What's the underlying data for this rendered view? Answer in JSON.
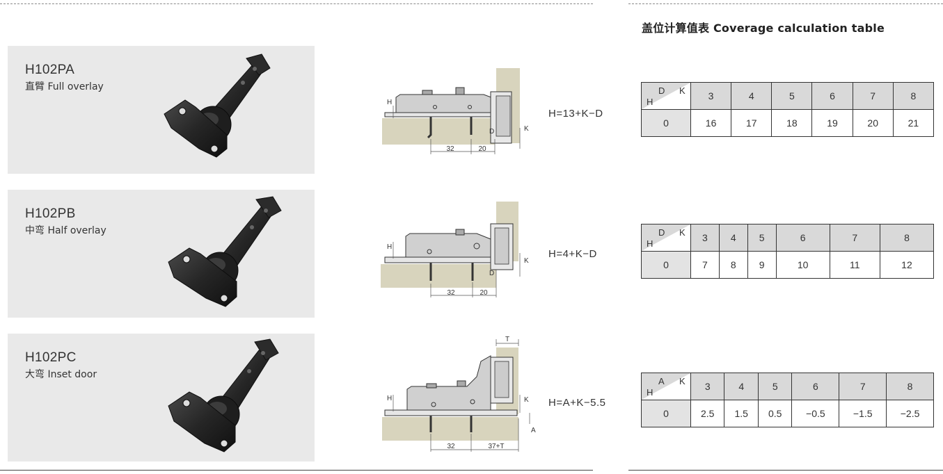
{
  "table_title": "盖位计算值表  Coverage calculation table",
  "products": [
    {
      "model": "H102PA",
      "subtitle": "直臂 Full overlay",
      "formula": "H=13+K−D",
      "diagram_labels": {
        "h": "H",
        "d": "D",
        "k": "K",
        "dim1": "32",
        "dim2": "20"
      },
      "table": {
        "corner": {
          "top": "D",
          "right": "K",
          "left": "H"
        },
        "columns": [
          "3",
          "4",
          "5",
          "6",
          "7",
          "8"
        ],
        "row_header": "0",
        "values": [
          "16",
          "17",
          "18",
          "19",
          "20",
          "21"
        ]
      }
    },
    {
      "model": "H102PB",
      "subtitle": "中弯 Half overlay",
      "formula": "H=4+K−D",
      "diagram_labels": {
        "h": "H",
        "d": "D",
        "k": "K",
        "dim1": "32",
        "dim2": "20"
      },
      "table": {
        "corner": {
          "top": "D",
          "right": "K",
          "left": "H"
        },
        "columns": [
          "3",
          "4",
          "5",
          "6",
          "7",
          "8"
        ],
        "row_header": "0",
        "values": [
          "7",
          "8",
          "9",
          "10",
          "11",
          "12"
        ]
      }
    },
    {
      "model": "H102PC",
      "subtitle": "大弯 Inset door",
      "formula": "H=A+K−5.5",
      "diagram_labels": {
        "h": "H",
        "t": "T",
        "k": "K",
        "a": "A",
        "dim1": "32",
        "dim2": "37+T"
      },
      "table": {
        "corner": {
          "top": "A",
          "right": "K",
          "left": "H"
        },
        "columns": [
          "3",
          "4",
          "5",
          "6",
          "7",
          "8"
        ],
        "row_header": "0",
        "values": [
          "2.5",
          "1.5",
          "0.5",
          "−0.5",
          "−1.5",
          "−2.5"
        ]
      }
    }
  ]
}
